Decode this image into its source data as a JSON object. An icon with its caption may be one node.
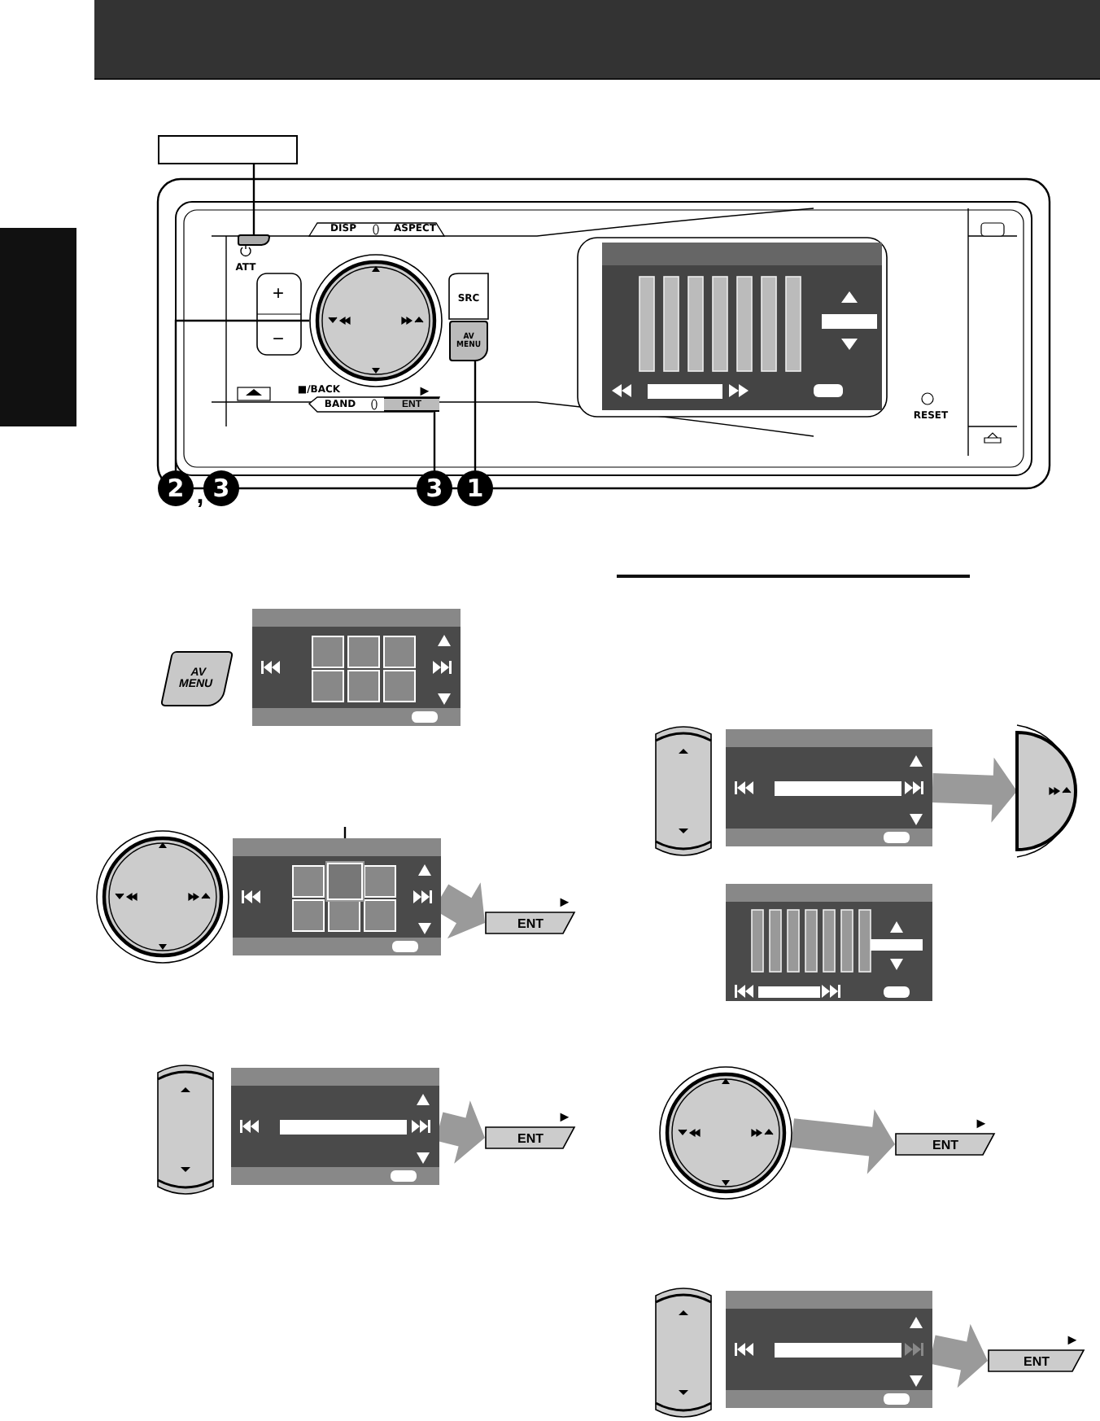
{
  "diagram": {
    "nodes": [
      {
        "text": [],
        "shape": "box"
      },
      {
        "text": [],
        "shape": "box"
      },
      {
        "text": [],
        "shape": "circle"
      },
      {
        "text": [
          "AV MENU"
        ]
      },
      {
        "text": [
          "ENT"
        ],
        "beside": [
          "►"
        ]
      },
      {
        "text": [
          "2"
        ]
      },
      {
        "text": [
          "3"
        ]
      },
      {
        "text": [
          "1"
        ]
      },
      {
        "text": [
          "AV MENU"
        ]
      },
      {
        "text": [],
        "shape": "box"
      },
      {
        "text": [],
        "shape": "box",
        "in": 9
      },
      {
        "text": [
          "ENT"
        ],
        "beside": [
          "►"
        ]
      },
      {
        "text": [],
        "shape": "box"
      },
      {
        "text": [
          "ENT"
        ],
        "beside": [
          "►"
        ]
      },
      {
        "text": [],
        "shape": "box"
      },
      {
        "text": [],
        "shape": "circle"
      },
      {
        "text": [],
        "shape": "circle"
      },
      {
        "text": [
          "ENT"
        ],
        "beside": [
          "►"
        ]
      },
      {
        "text": [],
        "shape": "box"
      },
      {
        "text": [
          "ENT"
        ],
        "beside": [
          "►"
        ]
      },
      {
        "text": [
          "3"
        ]
      },
      {
        "text": [],
        "shape": "bar"
      }
    ],
    "edges": [
      {
        "from": 0,
        "to": 1,
        "arrow": "none"
      },
      {
        "from": 5,
        "to": 2,
        "arrow": "none"
      },
      {
        "from": 6,
        "to": 4,
        "arrow": "none"
      },
      {
        "from": 7,
        "to": 3,
        "arrow": "none"
      },
      {
        "from": null,
        "to": 10,
        "arrow": "none"
      },
      {
        "from": 9,
        "to": 11,
        "arrow": "to",
        "style": "thick",
        "color": "#9a9a9a"
      },
      {
        "from": 12,
        "to": 13,
        "arrow": "to",
        "style": "thick",
        "color": "#9a9a9a"
      },
      {
        "from": 14,
        "to": 15,
        "arrow": "to",
        "style": "thick",
        "color": "#9a9a9a"
      },
      {
        "from": 16,
        "to": 17,
        "arrow": "to",
        "style": "thick",
        "color": "#9a9a9a"
      },
      {
        "from": 18,
        "to": 19,
        "arrow": "to",
        "style": "thick",
        "color": "#9a9a9a"
      }
    ],
    "labels": [
      "DISP",
      "ASPECT",
      "ATT",
      "+",
      "−",
      "SRC",
      "■/BACK",
      "BAND",
      "RESET",
      ","
    ]
  }
}
